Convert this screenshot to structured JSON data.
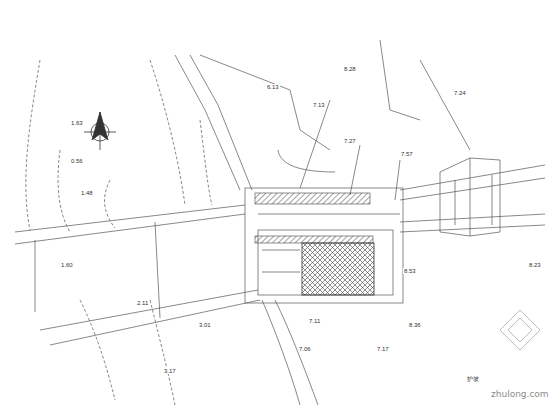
{
  "diagram": {
    "labels": [
      "1.63",
      "0.56",
      "1.48",
      "1.60",
      "2.11",
      "3.01",
      "3.17",
      "6.13",
      "7.13",
      "8.28",
      "7.24",
      "7.27",
      "7.57",
      "8.23",
      "8.53",
      "8.36",
      "7.17",
      "7.06",
      "7.11",
      "护坡",
      "zhulong.com"
    ]
  }
}
